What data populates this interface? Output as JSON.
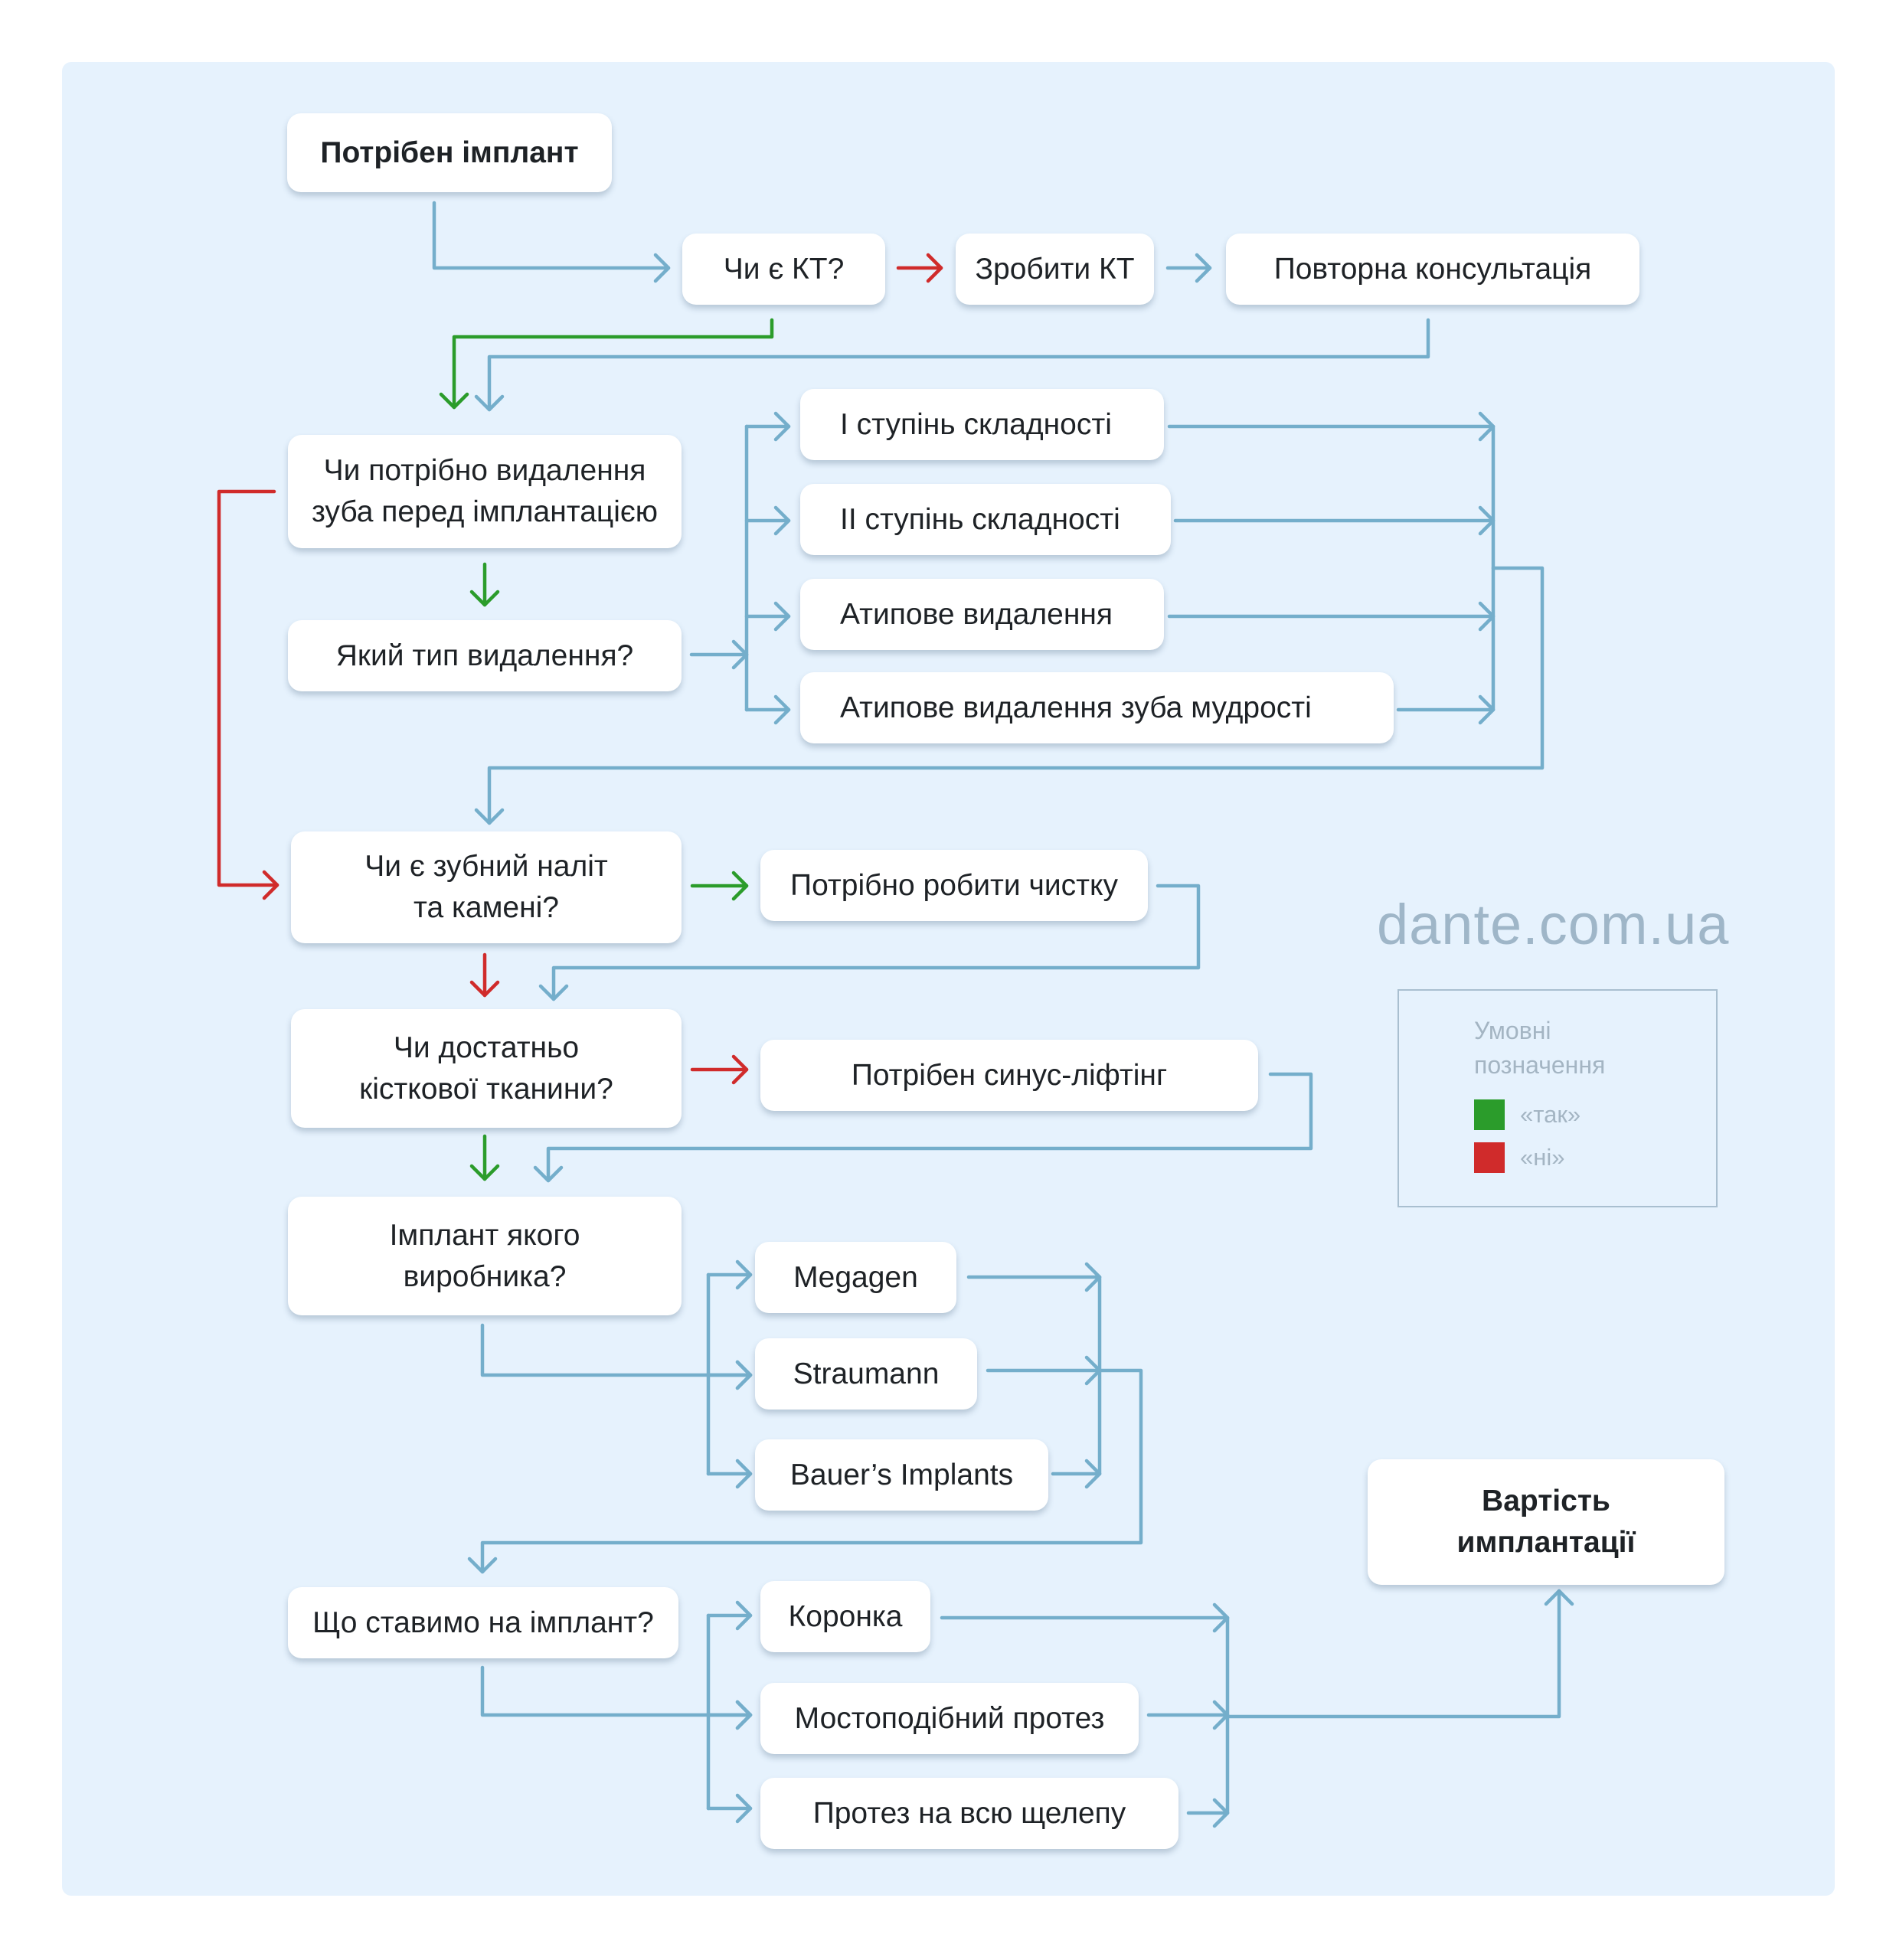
{
  "colors": {
    "background": "#e6f2fd",
    "flow": "#74aecb",
    "yes": "#2b9c2b",
    "no": "#d02b2b"
  },
  "nodes": {
    "need_implant": "Потрібен імплант",
    "has_ct": "Чи є КТ?",
    "make_ct": "Зробити КТ",
    "repeat_consultation": "Повторна консультація",
    "need_extraction": "Чи потрібно видалення\nзуба перед імплантацією",
    "extraction_type": "Який тип видалення?",
    "complexity_1": "І ступінь складності",
    "complexity_2": "ІІ ступінь складності",
    "atypical_extraction": "Атипове видалення",
    "atypical_wisdom": "Атипове видалення зуба мудрості",
    "plaque_tartar": "Чи є зубний наліт\nта камені?",
    "need_cleaning": "Потрібно робити чистку",
    "enough_bone": "Чи достатньо\nкісткової тканини?",
    "need_sinus_lift": "Потрібен синус-ліфтінг",
    "implant_manufacturer": "Імплант якого\nвиробника?",
    "megagen": "Megagen",
    "straumann": "Straumann",
    "bauers": "Bauer’s Implants",
    "what_on_implant": "Що ставимо на імплант?",
    "crown": "Коронка",
    "bridge": "Мостоподібний протез",
    "full_jaw": "Протез на всю щелепу",
    "cost": "Вартість\nимплантації"
  },
  "watermark": "dante.com.ua",
  "legend": {
    "title": "Умовні\nпозначення",
    "yes_label": "«так»",
    "no_label": "«ні»"
  }
}
